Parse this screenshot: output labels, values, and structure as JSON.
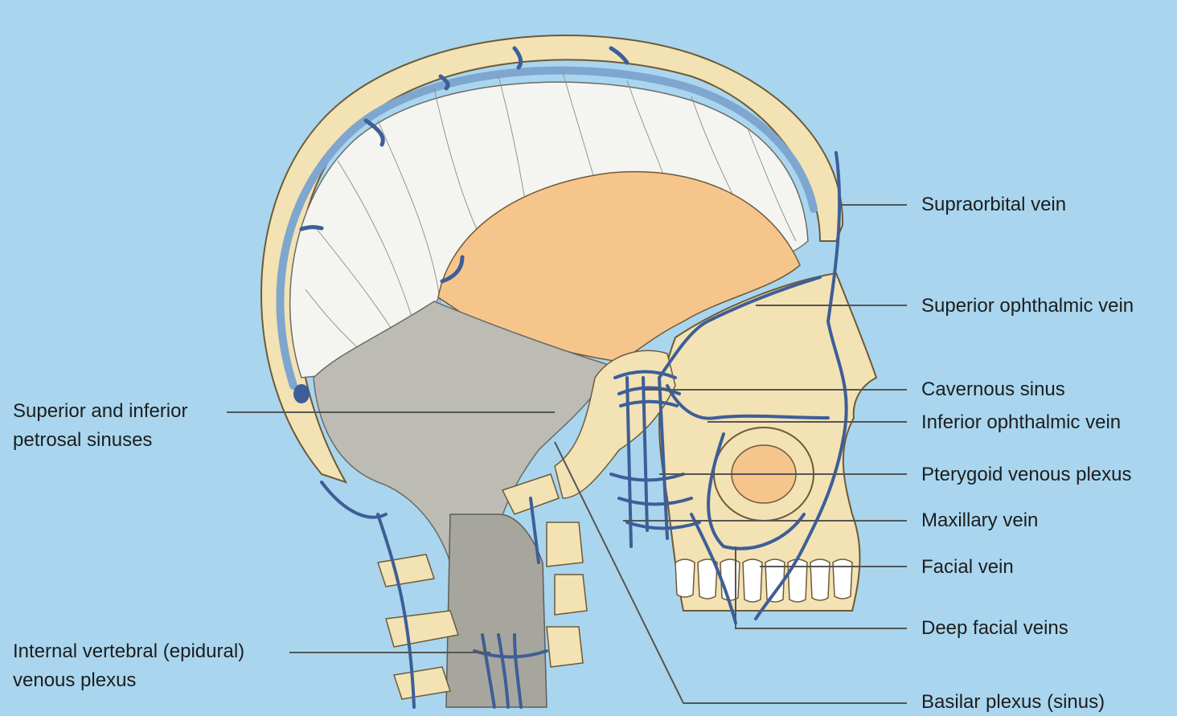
{
  "labels": {
    "supraorbital_vein": "Supraorbital vein",
    "superior_ophthalmic_vein": "Superior ophthalmic vein",
    "cavernous_sinus": "Cavernous sinus",
    "inferior_ophthalmic_vein": "Inferior ophthalmic vein",
    "pterygoid_venous_plexus": "Pterygoid venous plexus",
    "maxillary_vein": "Maxillary vein",
    "facial_vein": "Facial vein",
    "deep_facial_veins": "Deep facial veins",
    "basilar_plexus": "Basilar plexus (sinus)",
    "petrosal_sinuses": [
      "Superior and inferior",
      "petrosal sinuses"
    ],
    "vertebral_plexus": [
      "Internal vertebral (epidural)",
      "venous plexus"
    ]
  },
  "colors": {
    "background": "#a9d6ee",
    "bone": "#f2e2b4",
    "bone_outline": "#6e5a36",
    "dura": "#f4f4f0",
    "brain_fossa": "#f6c58c",
    "tentorium": "#bcbcb4",
    "vein": "#3d5e98",
    "leader_line": "#555555"
  }
}
